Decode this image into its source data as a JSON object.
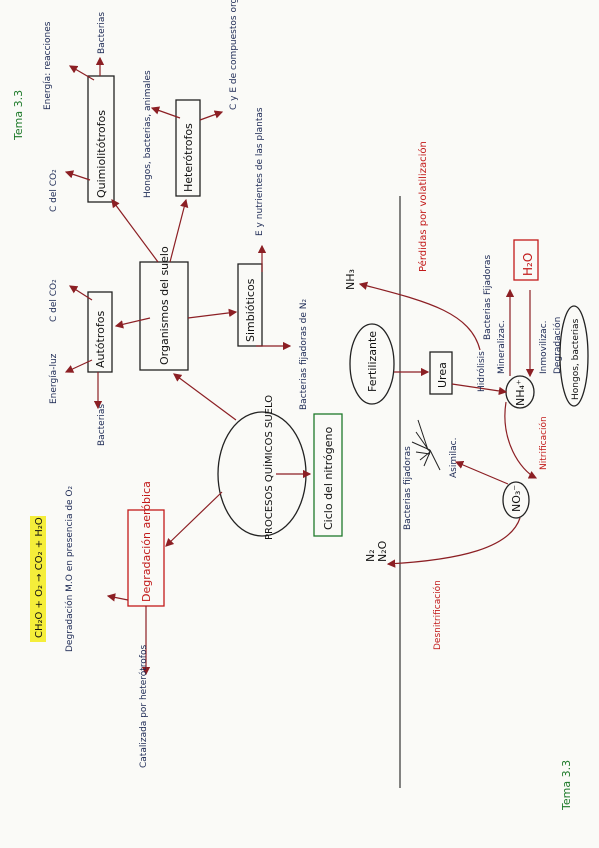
{
  "header": {
    "tema_top": "Tema 3.3",
    "tema_bottom": "Tema 3.3"
  },
  "center": {
    "procesos": "PROCESOS QUÍMICOS SUELO",
    "organismos": "Organismos del suelo"
  },
  "organismos": {
    "autotrofos": "Autótrofos",
    "quimiolitotrofos": "Quimiolitótrofos",
    "heterotrofos": "Heterótrofos",
    "simbioticos": "Simbióticos",
    "energia_luz": "Energía-luz",
    "c_del_co2_a": "C del CO₂",
    "bacterias_a": "Bacterias",
    "c_del_co2_b": "C del CO₂",
    "energia_reacciones": "Energía: reacciones",
    "bacterias_b": "Bacterias",
    "hongos_bacterias_animales": "Hongos, bacterias, animales",
    "cye_compuestos": "C y E de compuestos orgánicos",
    "eyn_plantas": "E y nutrientes de las plantas",
    "bacterias_fijadoras": "Bacterias fijadoras de N₂"
  },
  "degradacion": {
    "label": "Degradación aeróbica",
    "equation": "CH₂O + O₂ → CO₂ + H₂O",
    "note": "Degradación M.O en presencia de O₂",
    "catalizada": "Catalizada por heterótrofos"
  },
  "nitrogeno": {
    "ciclo": "Ciclo del nitrógeno",
    "fertilizante": "Fertilizante",
    "urea": "Urea",
    "nh4": "NH₄⁺",
    "no3": "NO₃⁻",
    "nh3": "NH₃",
    "h2o": "H₂O",
    "hidrolisis": "Hidrólisis",
    "mineralizac": "Mineralizac.",
    "inmoviliza": "Inmovilizac.",
    "degradacion": "Degradación",
    "hongos_bacterias": "Hongos, bacterias",
    "perdidas": "Pérdidas por volatilización",
    "bacterias_fijadoras": "Bacterias Fijadoras",
    "nitrificacion": "Nitrificación",
    "asimilac": "Asimilac.",
    "bacterias_fijadoras_root": "Bacterias fijadoras",
    "n2": "N₂",
    "n2o": "N₂O",
    "desnitrificacion": "Desnitrificación"
  },
  "colors": {
    "arrow": "#8c1f24",
    "ink": "#1d2a55",
    "red": "#c21a1a",
    "highlight": "#f5ee3a",
    "green": "#1e7a2a"
  }
}
